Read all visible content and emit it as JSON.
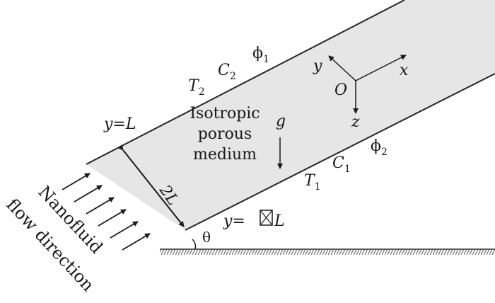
{
  "labels": {
    "y_top": "y=L",
    "y_bottom_prefix": "y=",
    "y_bottom_suffix": "L",
    "T2": "T",
    "T2_sub": "2",
    "C2": "C",
    "C2_sub": "2",
    "phi1": "ϕ",
    "phi1_sub": "1",
    "T1": "T",
    "T1_sub": "1",
    "C1": "C",
    "C1_sub": "1",
    "phi2": "ϕ",
    "phi2_sub": "2",
    "medium_line1": "Isotropic",
    "medium_line2": "porous",
    "medium_line3": "medium",
    "gravity": "g",
    "width": "2L",
    "theta": "θ",
    "axis_origin": "O",
    "axis_x": "x",
    "axis_y": "y",
    "axis_z": "z",
    "flow_line1": "Nanofluid",
    "flow_line2": "flow direction"
  },
  "colors": {
    "channel_fill": "#e6e6e6",
    "wall_stroke": "#262626",
    "ink": "#1a1a1a",
    "ground_hatch": "#555555"
  }
}
